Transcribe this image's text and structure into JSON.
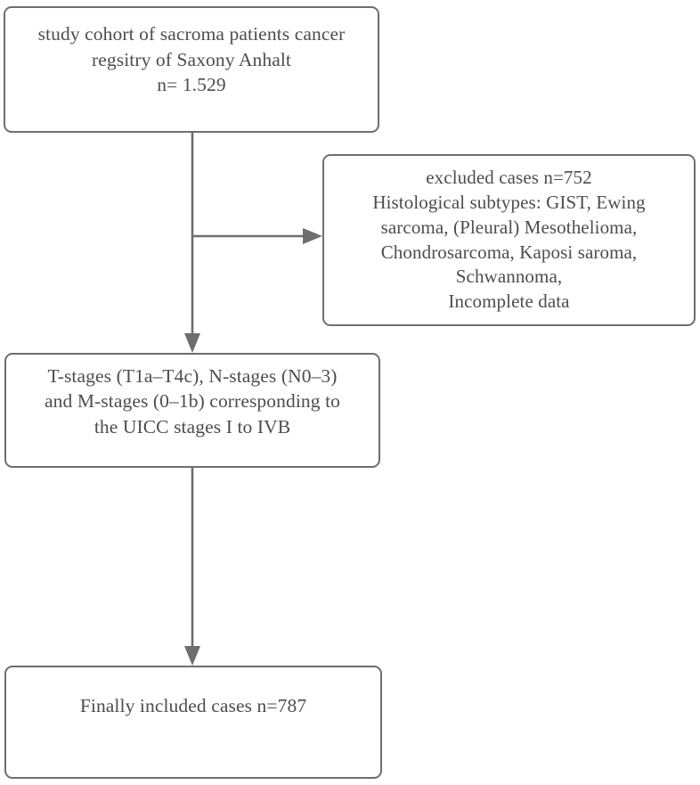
{
  "figure": {
    "type": "flowchart",
    "orientation": "vertical",
    "colors": {
      "box_border": "#6e6e6e",
      "box_fill": "#ffffff",
      "text": "#4d4d4d",
      "connector": "#6e6e6e",
      "background": "#ffffff"
    }
  },
  "nodes": {
    "cohort": {
      "id": "study-cohort",
      "text": "study cohort of sacroma patients cancer\nregsitry of Saxony Anhalt\nn= 1.529",
      "count_label": "n= 1.529",
      "count": 1529
    },
    "excluded": {
      "id": "excluded-cases",
      "text": "excluded cases n=752\nHistological subtypes: GIST, Ewing\nsarcoma, (Pleural) Mesothelioma,\nChondrosarcoma, Kaposi saroma,\nSchwannoma,\nIncomplete data",
      "count_label": "excluded cases n=752",
      "count": 752,
      "reasons": [
        "GIST",
        "Ewing sarcoma",
        "(Pleural) Mesothelioma",
        "Chondrosarcoma",
        "Kaposi saroma",
        "Schwannoma",
        "Incomplete data"
      ]
    },
    "staging": {
      "id": "uicc-staging",
      "text": "T-stages (T1a–T4c), N-stages (N0–3)\nand M-stages (0–1b) corresponding to\nthe UICC stages I to IVB"
    },
    "included": {
      "id": "finally-included",
      "text": "Finally included cases n=787",
      "count_label": "Finally included cases n=787",
      "count": 787
    }
  },
  "connectors": [
    {
      "id": "cohort-to-staging",
      "from": "cohort",
      "to": "staging",
      "direction": "down",
      "arrowhead": true
    },
    {
      "id": "cohort-to-excluded",
      "from": "cohort",
      "to": "excluded",
      "direction": "right",
      "arrowhead": true
    },
    {
      "id": "staging-to-included",
      "from": "staging",
      "to": "included",
      "direction": "down",
      "arrowhead": true
    }
  ]
}
